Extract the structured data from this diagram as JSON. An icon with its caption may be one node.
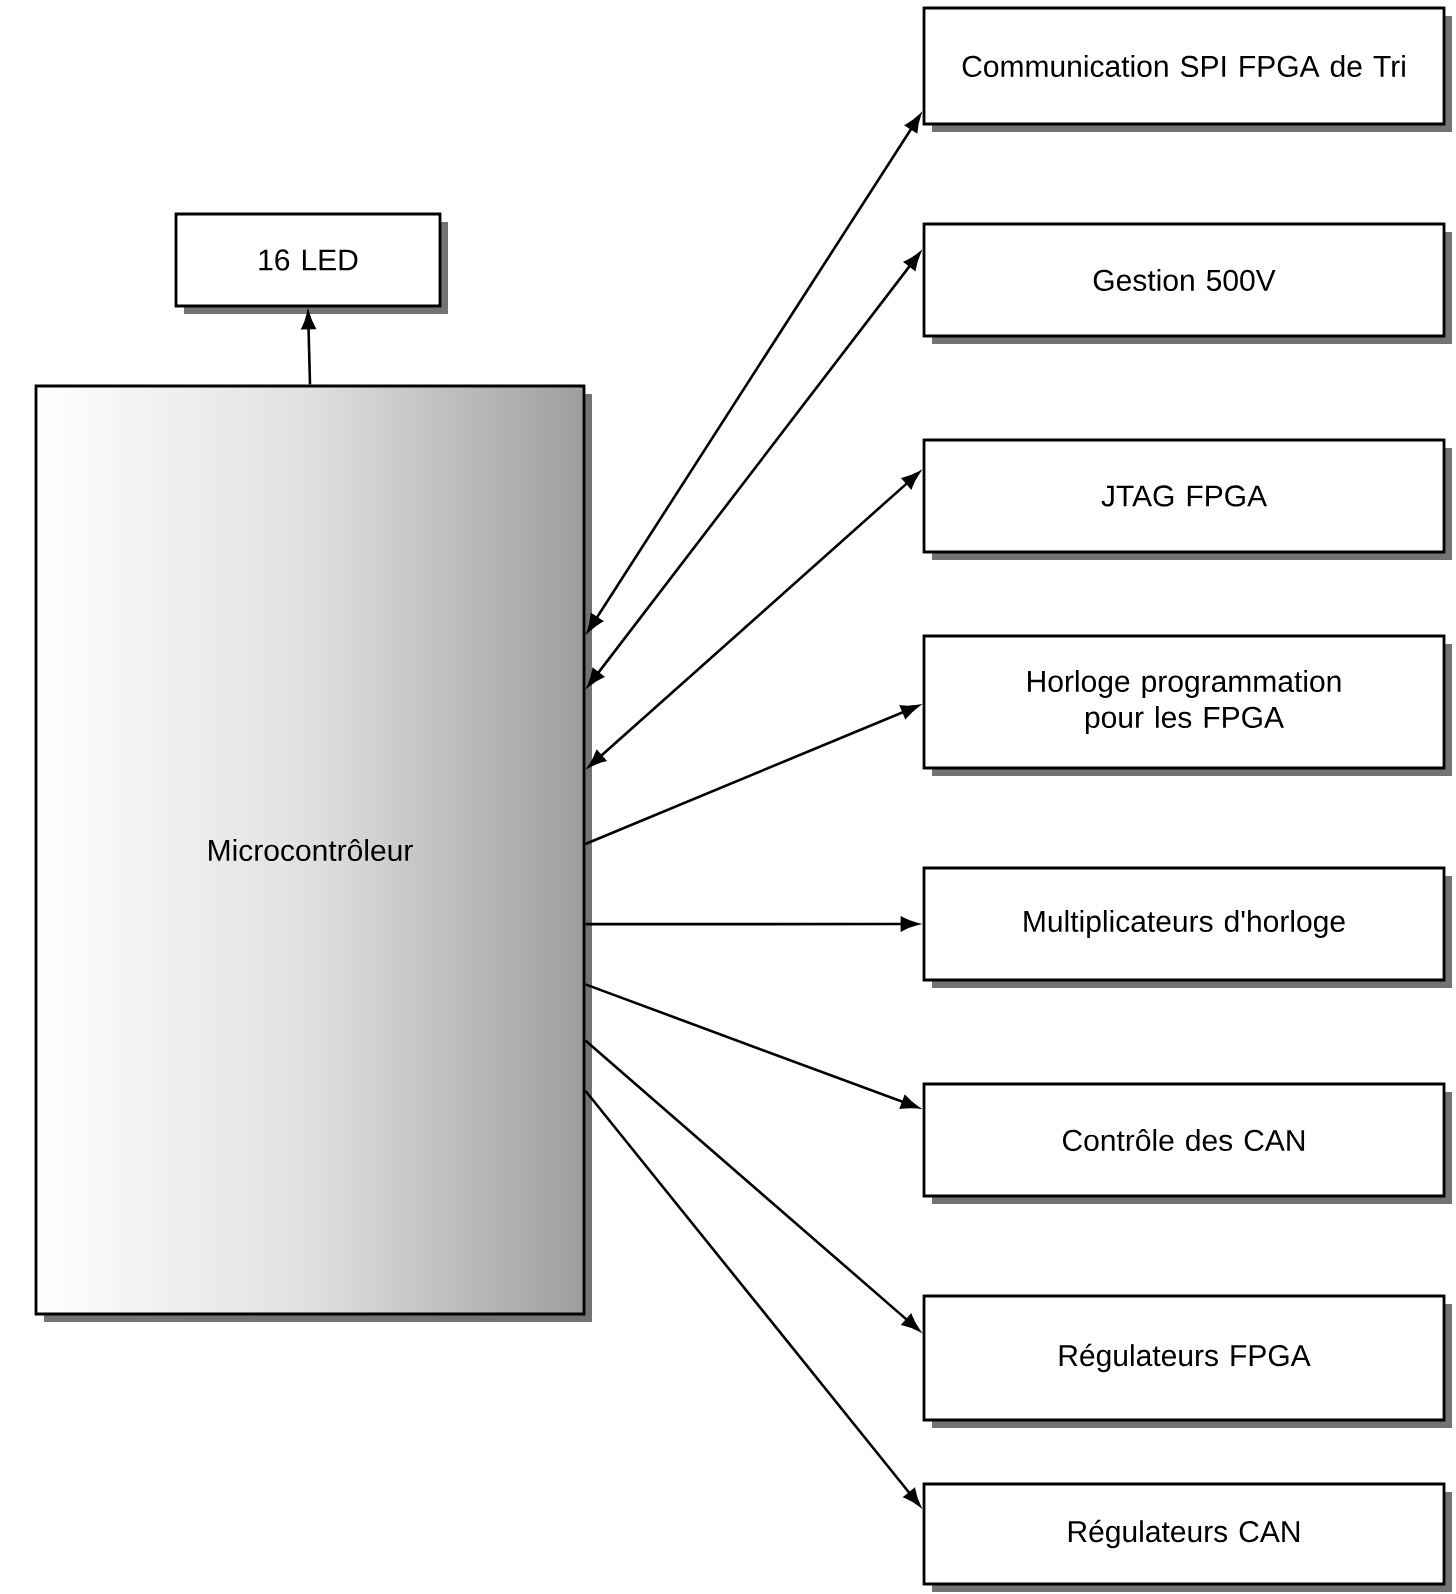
{
  "diagram": {
    "nodes": [
      {
        "text": [
          "16 LED"
        ]
      },
      {
        "text": [
          "Microcontrôleur"
        ]
      },
      {
        "text": [
          "Communication SPI FPGA de Tri"
        ]
      },
      {
        "text": [
          "Gestion 500V"
        ]
      },
      {
        "text": [
          "JTAG FPGA"
        ]
      },
      {
        "text": [
          "Horloge programmation pour les FPGA"
        ]
      },
      {
        "text": [
          "Multiplicateurs d'horloge"
        ]
      },
      {
        "text": [
          "Contrôle des CAN"
        ]
      },
      {
        "text": [
          "Régulateurs FPGA"
        ]
      },
      {
        "text": [
          "Régulateurs CAN"
        ]
      }
    ],
    "edges": [
      {
        "from": 1,
        "to": 0,
        "arrow": "to"
      },
      {
        "from": 1,
        "to": 2,
        "arrow": "both"
      },
      {
        "from": 1,
        "to": 3,
        "arrow": "both"
      },
      {
        "from": 1,
        "to": 4,
        "arrow": "both"
      },
      {
        "from": 1,
        "to": 5,
        "arrow": "to"
      },
      {
        "from": 1,
        "to": 6,
        "arrow": "to"
      },
      {
        "from": 1,
        "to": 7,
        "arrow": "to"
      },
      {
        "from": 1,
        "to": 8,
        "arrow": "to"
      },
      {
        "from": 1,
        "to": 9,
        "arrow": "to"
      }
    ]
  }
}
